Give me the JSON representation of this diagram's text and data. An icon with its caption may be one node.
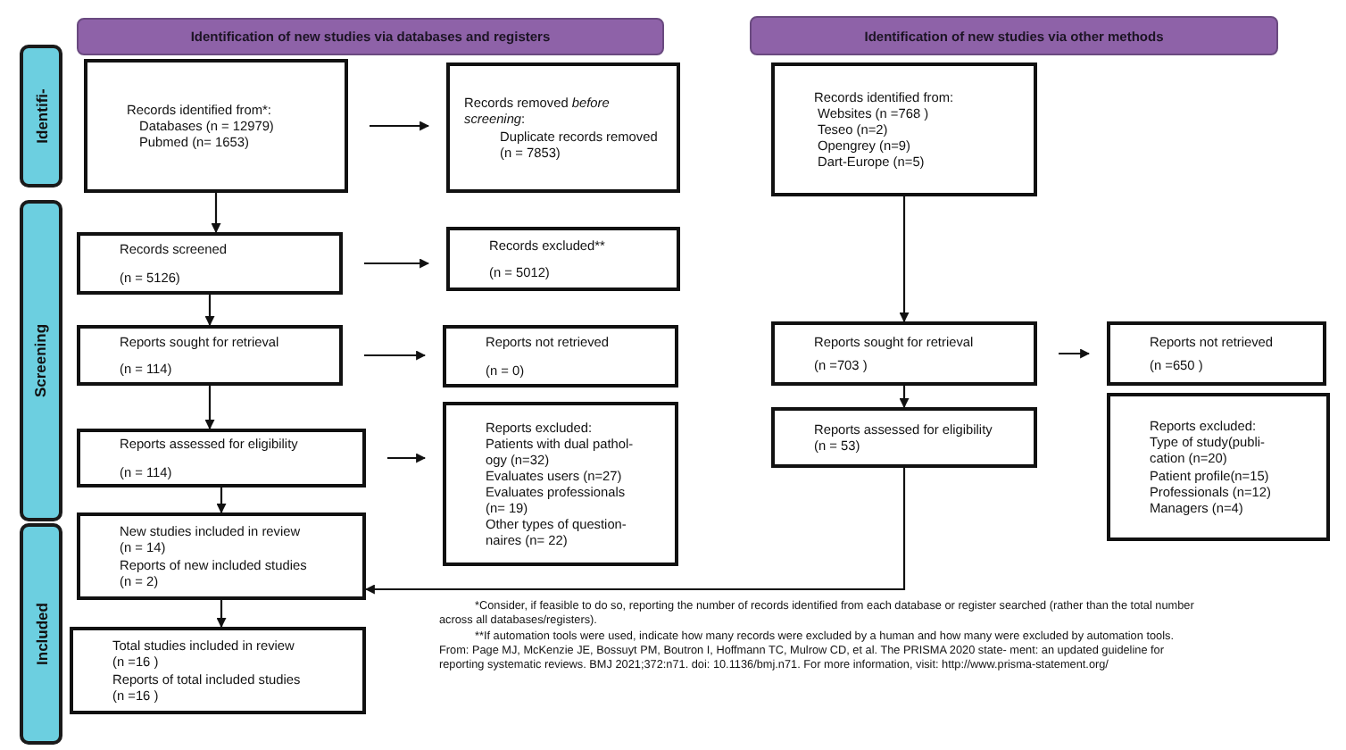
{
  "diagram": {
    "nodes": [
      {
        "text": [
          "Identification of new studies via databases and registers"
        ]
      },
      {
        "text": [
          "Identification of new studies via other methods"
        ]
      },
      {
        "text": [
          "Identifi-"
        ]
      },
      {
        "text": [
          "Screening"
        ]
      },
      {
        "text": [
          "Included"
        ]
      },
      {
        "text": [
          "Records identified from*:",
          "Databases (n = 12979)",
          "Pubmed (n= 1653)"
        ]
      },
      {
        "text": [
          "Records removed *before screening*:",
          "Duplicate records removed (n = 7853)"
        ]
      },
      {
        "text": [
          "Records screened",
          "(n = 5126)"
        ]
      },
      {
        "text": [
          "Records excluded**",
          "(n = 5012)"
        ]
      },
      {
        "text": [
          "Reports sought for retrieval",
          "(n = 114)"
        ]
      },
      {
        "text": [
          "Reports not retrieved",
          "(n = 0)"
        ]
      },
      {
        "text": [
          "Reports assessed for eligibility",
          "(n = 114)"
        ]
      },
      {
        "text": [
          "Reports excluded:",
          "Patients with dual pathol- ogy (n=32)",
          "Evaluates users (n=27)",
          "Evaluates professionals (n= 19)",
          "Other types of question- naires (n= 22)"
        ]
      },
      {
        "text": [
          "New studies included in review",
          "(n = 14)",
          "Reports of new included studies",
          "(n = 2)"
        ]
      },
      {
        "text": [
          "Total studies included in review",
          "(n =16 )",
          "Reports of total included studies",
          "(n =16 )"
        ]
      },
      {
        "text": [
          "Records identified from:",
          "Websites (n =768 )",
          "Teseo (n=2)",
          "Opengrey (n=9)",
          "Dart-Europe (n=5)"
        ]
      },
      {
        "text": [
          "Reports sought for retrieval",
          "(n =703 )"
        ]
      },
      {
        "text": [
          "Reports not retrieved",
          "(n =650 )"
        ]
      },
      {
        "text": [
          "Reports assessed for eligibility",
          "(n = 53)"
        ]
      },
      {
        "text": [
          "Reports excluded:",
          "Type of study(publi- cation (n=20)",
          "Patient profile(n=15)",
          "Professionals (n=12)",
          "Managers (n=4)"
        ]
      }
    ],
    "edges": [
      {
        "from": 5,
        "to": 6,
        "arrow": "to"
      },
      {
        "from": 5,
        "to": 7,
        "arrow": "to"
      },
      {
        "from": 7,
        "to": 8,
        "arrow": "to"
      },
      {
        "from": 7,
        "to": 9,
        "arrow": "to"
      },
      {
        "from": 9,
        "to": 10,
        "arrow": "to"
      },
      {
        "from": 9,
        "to": 11,
        "arrow": "to"
      },
      {
        "from": 11,
        "to": 12,
        "arrow": "to"
      },
      {
        "from": 11,
        "to": 13,
        "arrow": "to"
      },
      {
        "from": 13,
        "to": 14,
        "arrow": "to"
      },
      {
        "from": 15,
        "to": 16,
        "arrow": "to"
      },
      {
        "from": 16,
        "to": 17,
        "arrow": "to"
      },
      {
        "from": 16,
        "to": 18,
        "arrow": "to"
      },
      {
        "from": 18,
        "to": 13,
        "arrow": "to"
      }
    ],
    "labels": [
      "*Consider, if feasible to do so, reporting the number of records identified from each database or register searched (rather than the total number across all databases/registers).",
      "**If automation tools were used, indicate how many records were excluded by a human and how many were excluded by automation tools.",
      "From: Page MJ, McKenzie JE, Bossuyt PM, Boutron I, Hoffmann TC, Mulrow CD, et al. The PRISMA 2020 state- ment: an updated guideline for reporting systematic reviews. BMJ 2021;372:n71. doi: 10.1136/bmj.n71. For more information, visit: http://www.prisma-statement.org/"
    ]
  }
}
